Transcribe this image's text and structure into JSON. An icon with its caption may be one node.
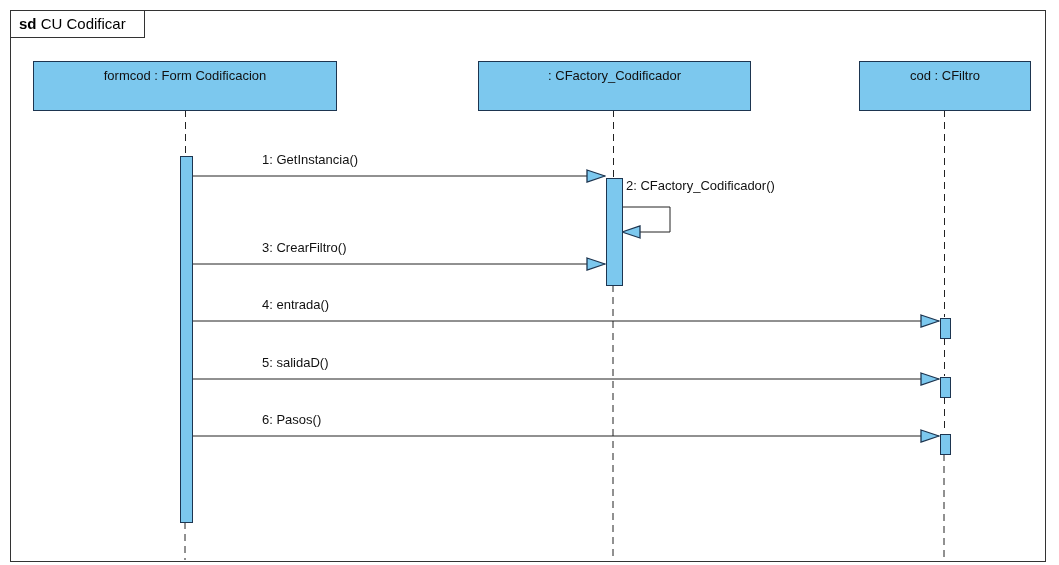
{
  "diagram": {
    "nodes": [
      {
        "text": [
          "**sd** CU Codificar"
        ]
      },
      {
        "text": [
          "formcod : Form Codificacion"
        ],
        "in": 0
      },
      {
        "text": [
          ": CFactory_Codificador"
        ],
        "in": 0
      },
      {
        "text": [
          "cod : CFiltro"
        ],
        "in": 0
      },
      {
        "text": [],
        "shape": "bar",
        "in": 0
      },
      {
        "text": [],
        "shape": "bar",
        "in": 0
      },
      {
        "text": [],
        "shape": "bar",
        "in": 0
      },
      {
        "text": [],
        "shape": "bar",
        "in": 0
      },
      {
        "text": [],
        "shape": "bar",
        "in": 0
      }
    ],
    "edges": [
      {
        "from": 1,
        "to": 4,
        "arrow": "none",
        "style": "dashed"
      },
      {
        "from": 2,
        "to": 5,
        "arrow": "none",
        "style": "dashed"
      },
      {
        "from": 3,
        "to": 6,
        "arrow": "none",
        "style": "dashed"
      },
      {
        "from": 6,
        "to": 7,
        "arrow": "none",
        "style": "dashed"
      },
      {
        "from": 7,
        "to": 8,
        "arrow": "none",
        "style": "dashed"
      },
      {
        "from": 4,
        "to": 5,
        "arrow": "to",
        "label": "1: GetInstancia()"
      },
      {
        "from": 5,
        "to": 5,
        "arrow": "to",
        "label": "2: CFactory_Codificador()"
      },
      {
        "from": 4,
        "to": 5,
        "arrow": "to",
        "label": "3: CrearFiltro()"
      },
      {
        "from": 4,
        "to": 6,
        "arrow": "to",
        "label": "4: entrada()"
      },
      {
        "from": 4,
        "to": 7,
        "arrow": "to",
        "label": "5: salidaD()"
      },
      {
        "from": 4,
        "to": 8,
        "arrow": "to",
        "label": "6: Pasos()"
      }
    ]
  }
}
